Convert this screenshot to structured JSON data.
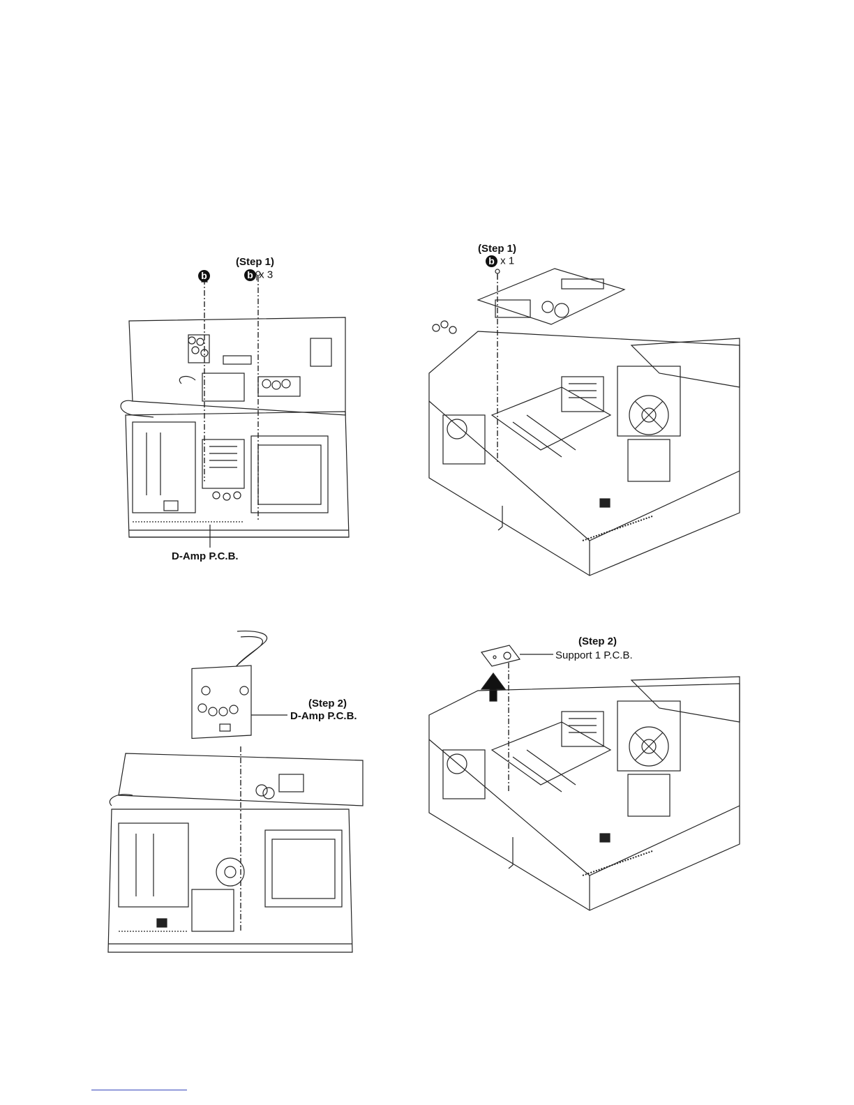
{
  "screw_symbol": "b",
  "panel_a": {
    "step_label": "(Step 1)",
    "screw_count": "x 3",
    "part_label": "D-Amp P.C.B."
  },
  "panel_b": {
    "step_label": "(Step 1)",
    "screw_count": "x 1"
  },
  "panel_c": {
    "step_label": "(Step 2)",
    "part_label": "D-Amp P.C.B."
  },
  "panel_d": {
    "step_label": "(Step 2)",
    "part_label": "Support 1 P.C.B."
  }
}
